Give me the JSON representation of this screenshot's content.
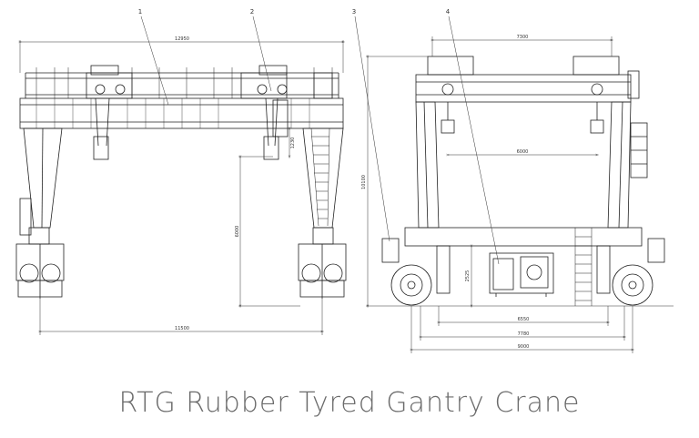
{
  "drawing": {
    "callouts": [
      "1",
      "2",
      "3",
      "4"
    ],
    "side_view": {
      "span_top": "12950",
      "span_bottom": "11500",
      "height": "6000",
      "clearance": "1230"
    },
    "end_view": {
      "top_width": "7300",
      "trolley_gauge": "6000",
      "overall_height": "10100",
      "engine_height": "2525",
      "wheel_inner": "6550",
      "wheel_track": "7780",
      "overall_width": "9000"
    }
  },
  "caption": "RTG Rubber Tyred Gantry Crane"
}
